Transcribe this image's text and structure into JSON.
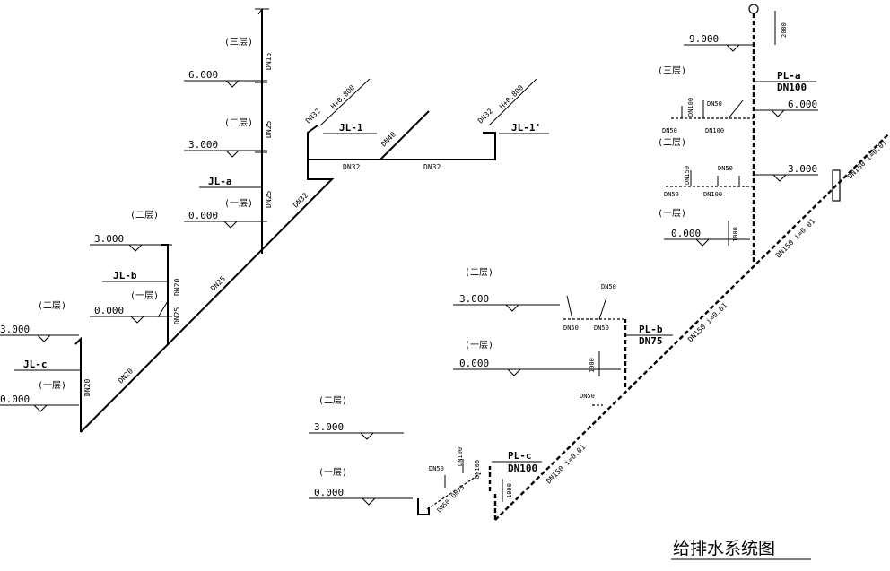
{
  "title": "给排水系统图",
  "levels": {
    "l9": "9.000",
    "l6": "6.000",
    "l3": "3.000",
    "l0": "0.000"
  },
  "floors": {
    "f1": "(一层)",
    "f2": "(二层)",
    "f3": "(三层)"
  },
  "supply": {
    "jl_a": "JL-a",
    "jl_b": "JL-b",
    "jl_c": "JL-c",
    "jl_1": "JL-1",
    "jl_1p": "JL-1'",
    "h_mark": "H+0.800"
  },
  "drain": {
    "pl_a": "PL-a",
    "pl_b": "PL-b",
    "pl_c": "PL-c",
    "slope": "DN150 i=0.01"
  },
  "dn": {
    "dn15": "DN15",
    "dn20": "DN20",
    "dn25": "DN25",
    "dn32": "DN32",
    "dn40": "DN40",
    "dn50": "DN50",
    "dn75": "DN75",
    "dn100": "DN100",
    "dn150": "DN150"
  },
  "dims": {
    "d2000": "2000",
    "d1000": "1000"
  }
}
